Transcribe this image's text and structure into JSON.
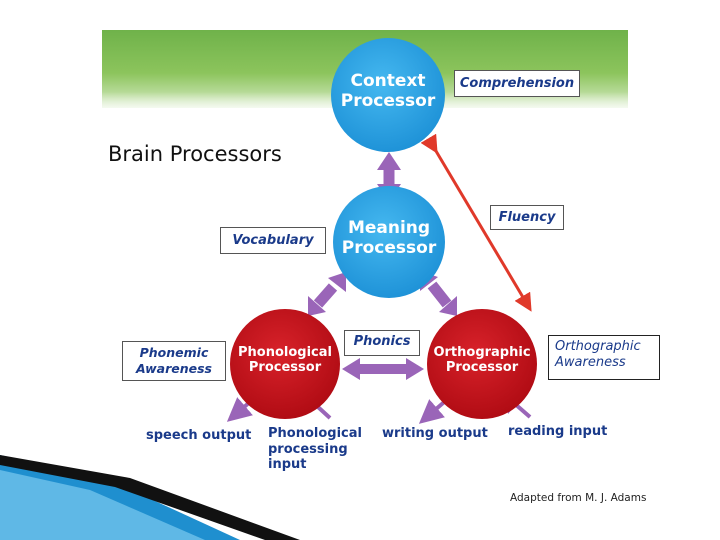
{
  "title": "Brain Processors",
  "processors": {
    "context": "Context Processor",
    "meaning": "Meaning Processor",
    "phonological": "Phonological Processor",
    "orthographic": "Orthographic Processor"
  },
  "labels": {
    "comprehension": "Comprehension",
    "fluency": "Fluency",
    "vocabulary": "Vocabulary",
    "phonics": "Phonics",
    "phonemic_awareness": "Phonemic Awareness",
    "orthographic_awareness": "Orthographic Awareness"
  },
  "io": {
    "speech_output": "speech output",
    "phonological_processing_input": "Phonological processing input",
    "writing_output": "writing output",
    "reading_input": "reading input"
  },
  "credit": "Adapted from M. J. Adams",
  "colors": {
    "blue_circle": "#2aa3e6",
    "red_circle": "#c8111b",
    "purple_arrow": "#9a65b8",
    "red_arrow": "#e0392a",
    "green_band": "#6fb24a",
    "corner_blue": "#1f8fcf"
  }
}
